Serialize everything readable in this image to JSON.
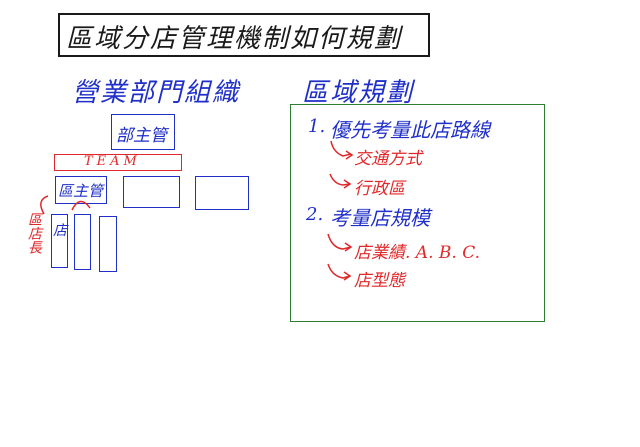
{
  "title": "區域分店管理機制如何規劃",
  "left": {
    "heading": "營業部門組織",
    "top_box": "部主管",
    "team_label": "TEAM",
    "manager_box": "區主管",
    "store_box": "店",
    "regional_store_manager": "區店長"
  },
  "right": {
    "heading": "區域規劃",
    "item1": {
      "number": "1.",
      "text": "優先考量此店路線",
      "sub": [
        "交通方式",
        "行政區"
      ]
    },
    "item2": {
      "number": "2.",
      "text": "考量店規模",
      "sub": [
        "店業績. A. B. C.",
        "店型態"
      ]
    }
  },
  "colors": {
    "blue": "#1f2fc8",
    "red": "#e0282a",
    "green": "#2e7d32",
    "black": "#1a1a1a"
  }
}
